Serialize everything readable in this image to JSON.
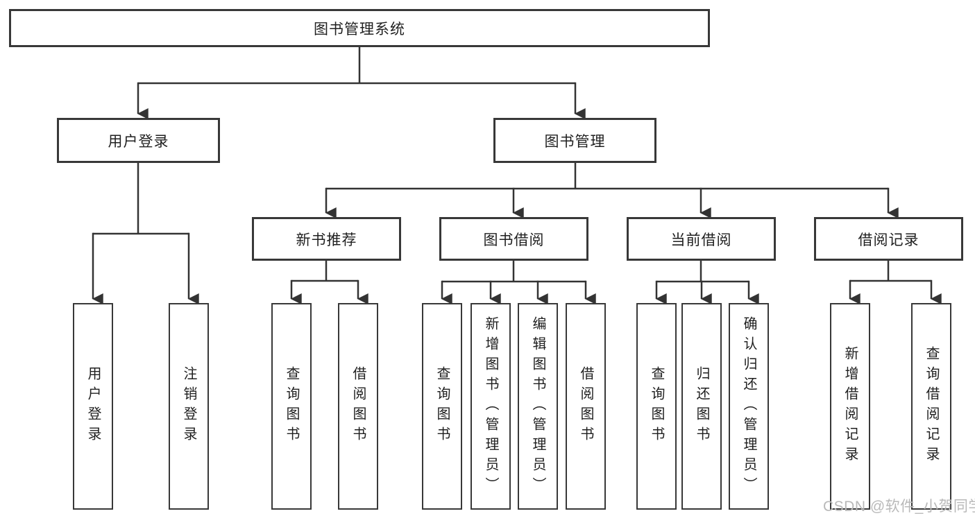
{
  "tree": {
    "label": "图书管理系统",
    "children": [
      {
        "label": "用户登录",
        "children": [
          {
            "label": "用户登录"
          },
          {
            "label": "注销登录"
          }
        ]
      },
      {
        "label": "图书管理",
        "children": [
          {
            "label": "新书推荐",
            "children": [
              {
                "label": "查询图书"
              },
              {
                "label": "借阅图书"
              }
            ]
          },
          {
            "label": "图书借阅",
            "children": [
              {
                "label": "查询图书"
              },
              {
                "label": "新增图书（管理员）"
              },
              {
                "label": "编辑图书（管理员）"
              },
              {
                "label": "借阅图书"
              }
            ]
          },
          {
            "label": "当前借阅",
            "children": [
              {
                "label": "查询图书"
              },
              {
                "label": "归还图书"
              },
              {
                "label": "确认归还（管理员）"
              }
            ]
          },
          {
            "label": "借阅记录",
            "children": [
              {
                "label": "新增借阅记录"
              },
              {
                "label": "查询借阅记录"
              }
            ]
          }
        ]
      }
    ]
  },
  "watermark": "CSDN @软件_小贺同学",
  "colors": {
    "line": "#333333",
    "box_border": "#383838",
    "text": "#1f1f1f",
    "background": "#ffffff",
    "watermark": "#b9b9b9"
  }
}
